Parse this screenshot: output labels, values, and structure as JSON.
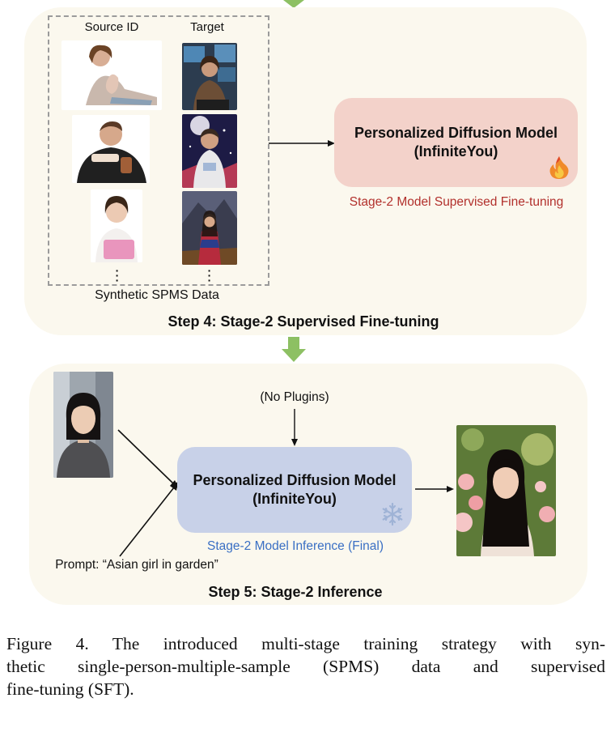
{
  "step4": {
    "source_header": "Source ID",
    "target_header": "Target",
    "dataset_label": "Synthetic SPMS Data",
    "model_title_line1": "Personalized Diffusion Model",
    "model_title_line2": "(InfiniteYou)",
    "model_subtitle": "Stage-2 Model Supervised Fine-tuning",
    "step_title": "Step 4: Stage-2 Supervised Fine-tuning",
    "model_icon": "fire-icon",
    "model_color": "#f3d2ca",
    "subtitle_color": "#b2302c"
  },
  "step5": {
    "plugins_label": "(No Plugins)",
    "model_title_line1": "Personalized Diffusion Model",
    "model_title_line2": "(InfiniteYou)",
    "model_subtitle": "Stage-2 Model Inference (Final)",
    "prompt_label": "Prompt: “Asian girl in garden”",
    "step_title": "Step 5: Stage-2 Inference",
    "model_icon": "snowflake-icon",
    "model_color": "#c8d1e8",
    "subtitle_color": "#3a6fc4"
  },
  "panel_color": "#fbf8ee",
  "arrow_color": "#8dc063",
  "caption": {
    "line1": "Figure 4.  The introduced multi-stage training strategy with syn-",
    "line2": "thetic single-person-multiple-sample (SPMS) data and supervised",
    "line3": "fine-tuning (SFT)."
  }
}
